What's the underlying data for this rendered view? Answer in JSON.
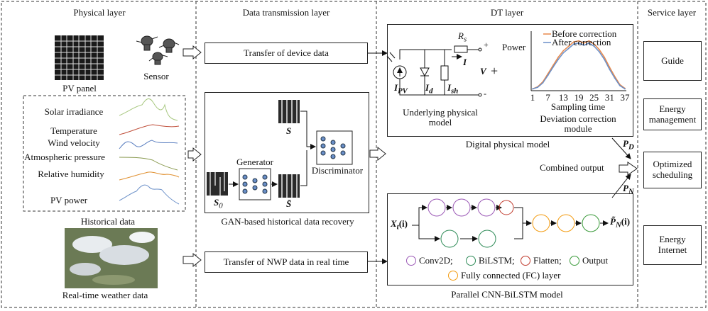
{
  "layers": {
    "physical": "Physical layer",
    "transmission": "Data transmission layer",
    "dt": "DT layer",
    "service": "Service layer"
  },
  "physical": {
    "pv_panel": "PV panel",
    "sensor": "Sensor",
    "historical_items": [
      "Solar irradiance",
      "Temperature",
      "Wind velocity",
      "Atmospheric pressure",
      "Relative humidity",
      "PV power"
    ],
    "historical_data": "Historical data",
    "realtime": "Real-time weather data"
  },
  "transmission": {
    "device_data": "Transfer of device data",
    "generator": "Generator",
    "discriminator": "Discriminator",
    "s_label": "S",
    "s0_label": "S",
    "s0_sub": "0",
    "sbar_label": "S̄",
    "gan_caption": "GAN-based historical data recovery",
    "nwp": "Transfer of NWP data in real time"
  },
  "dt": {
    "underlying": "Underlying physical\nmodel",
    "circuit": {
      "rs": "R",
      "rs_sub": "s",
      "i": "I",
      "ipv": "I",
      "ipv_sub": "PV",
      "id": "I",
      "id_sub": "d",
      "ish": "I",
      "ish_sub": "sh",
      "v": "V",
      "plus": "+",
      "plus_big": "+",
      "minus": "-"
    },
    "chart_ylabel": "Power",
    "chart_xlabel": "Sampling time",
    "correction_caption": "Deviation correction\nmodule",
    "digital_model": "Digital physical model",
    "combined_output": "Combined output",
    "pd": "P",
    "pd_sub": "D",
    "pn": "P",
    "pn_sub": "N",
    "x_input": "X",
    "x_sub": "t",
    "x_arg": "(i)",
    "pn_out": "P̃",
    "pn_out_sub": "N",
    "pn_out_arg": "(i)",
    "legend": {
      "conv2d": "Conv2D;",
      "bilstm": "BiLSTM;",
      "flatten": "Flatten;",
      "output": "Output",
      "fc": "Fully connected (FC) layer"
    },
    "cnn_caption": "Parallel CNN-BiLSTM model"
  },
  "service": {
    "guide": "Guide",
    "energy_management": "Energy\nmanagement",
    "optimized_scheduling": "Optimized\nscheduling",
    "energy_internet": "Energy\nInternet"
  },
  "colors": {
    "conv2d": "#9b59b6",
    "bilstm": "#2e8b57",
    "flatten": "#c0392b",
    "output": "#3a9a3a",
    "fc": "#f39c12",
    "before": "#e8884a",
    "after": "#6a8fc8"
  },
  "chart_data": {
    "type": "line",
    "x_ticks": [
      "1",
      "7",
      "13",
      "19",
      "25",
      "31",
      "37"
    ],
    "xlim": [
      1,
      37
    ],
    "ylabel": "Power",
    "xlabel": "Sampling time",
    "legend_position": "top-right",
    "series": [
      {
        "name": "Before correction",
        "color": "#e8884a",
        "x": [
          1,
          3,
          5,
          7,
          9,
          11,
          13,
          15,
          17,
          19,
          21,
          23,
          25,
          27,
          29,
          31,
          33,
          35,
          37
        ],
        "values": [
          0.02,
          0.06,
          0.15,
          0.3,
          0.45,
          0.6,
          0.72,
          0.8,
          0.88,
          0.9,
          0.86,
          0.9,
          0.84,
          0.74,
          0.6,
          0.42,
          0.25,
          0.1,
          0.03
        ]
      },
      {
        "name": "After correction",
        "color": "#6a8fc8",
        "x": [
          1,
          3,
          5,
          7,
          9,
          11,
          13,
          15,
          17,
          19,
          21,
          23,
          25,
          27,
          29,
          31,
          33,
          35,
          37
        ],
        "values": [
          0.02,
          0.05,
          0.13,
          0.27,
          0.42,
          0.56,
          0.68,
          0.76,
          0.84,
          0.86,
          0.82,
          0.86,
          0.8,
          0.7,
          0.56,
          0.38,
          0.22,
          0.08,
          0.02
        ]
      }
    ]
  }
}
